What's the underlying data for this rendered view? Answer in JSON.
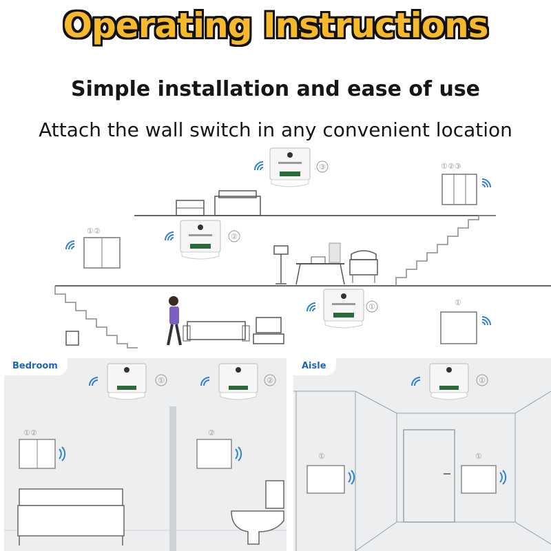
{
  "header": {
    "title": "Operating Instructions",
    "subtitle": "Simple installation and ease of use",
    "description": "Attach the wall switch in any convenient location"
  },
  "diagram": {
    "switch_labels": {
      "upstairs_three": "①②③",
      "upstairs_two": "①②",
      "downstairs_one": "①"
    },
    "receiver_labels": {
      "top": "③",
      "middle": "②",
      "lower": "①"
    }
  },
  "panels": {
    "bedroom": {
      "tag": "Bedroom",
      "receiver_labels": [
        "①",
        "②"
      ],
      "switch_labels": [
        "①②",
        "②"
      ]
    },
    "aisle": {
      "tag": "Aisle",
      "receiver_label": "①",
      "switch_labels": [
        "①",
        "①"
      ]
    }
  },
  "colors": {
    "title_fill": "#f6b92b",
    "title_outline": "#111111",
    "tag_text": "#1b64c2",
    "panel_bg": "#eceef0",
    "wifi_blue": "#2f7fd1"
  }
}
